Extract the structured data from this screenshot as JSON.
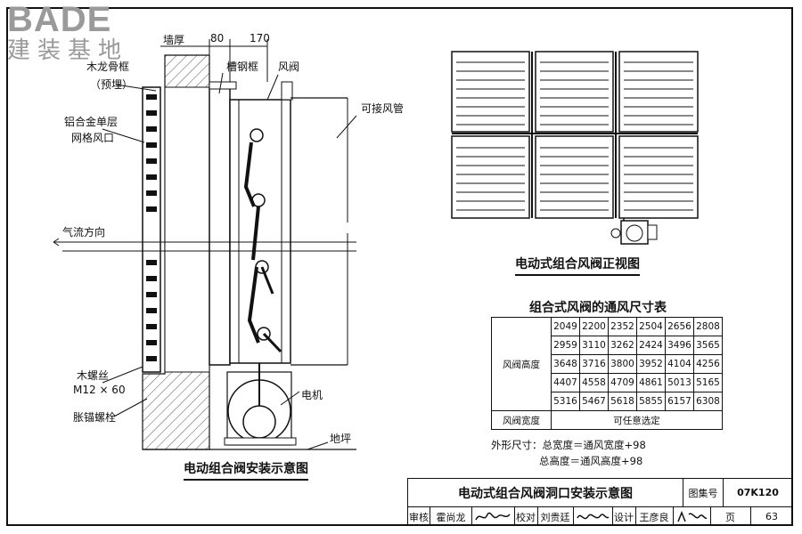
{
  "logo": {
    "brand": "BADE",
    "subtitle": "建装基地"
  },
  "section_view": {
    "title": "电动组合阀安装示意图",
    "labels": {
      "wall_thickness": "墙厚",
      "dim_80": "80",
      "dim_170": "170",
      "wood_frame": "木龙骨框",
      "preembed": "（预埋）",
      "channel_frame": "槽钢框",
      "damper": "风阀",
      "connectable_duct": "可接风管",
      "grille_line1": "铝合金单层",
      "grille_line2": "网格风口",
      "airflow": "气流方向",
      "wood_screw_line1": "木螺丝",
      "wood_screw_line2": "M12 × 60",
      "expansion_bolt": "胀锚螺栓",
      "motor": "电机",
      "floor": "地坪"
    }
  },
  "front_view": {
    "title": "电动式组合风阀正视图"
  },
  "dimension_table": {
    "title": "组合式风阀的通风尺寸表",
    "height_label": "风阀高度",
    "width_label": "风阀宽度",
    "width_value": "可任意选定",
    "rows": [
      [
        "2049",
        "2200",
        "2352",
        "2504",
        "2656",
        "2808"
      ],
      [
        "2959",
        "3110",
        "3262",
        "2424",
        "3496",
        "3565"
      ],
      [
        "3648",
        "3716",
        "3800",
        "3952",
        "4104",
        "4256"
      ],
      [
        "4407",
        "4558",
        "4709",
        "4861",
        "5013",
        "5165"
      ],
      [
        "5316",
        "5467",
        "5618",
        "5855",
        "6157",
        "6308"
      ]
    ]
  },
  "notes": {
    "line1": "外形尺寸：总宽度＝通风宽度+98",
    "line2": "总高度＝通风高度+98"
  },
  "title_block": {
    "drawing_title": "电动式组合风阀洞口安装示意图",
    "atlas_label": "图集号",
    "atlas_no": "07K120",
    "review_label": "审核",
    "reviewer": "霍尚龙",
    "check_label": "校对",
    "checker": "刘贵廷",
    "design_label": "设计",
    "designer": "王彦良",
    "page_label": "页",
    "page_no": "63"
  }
}
